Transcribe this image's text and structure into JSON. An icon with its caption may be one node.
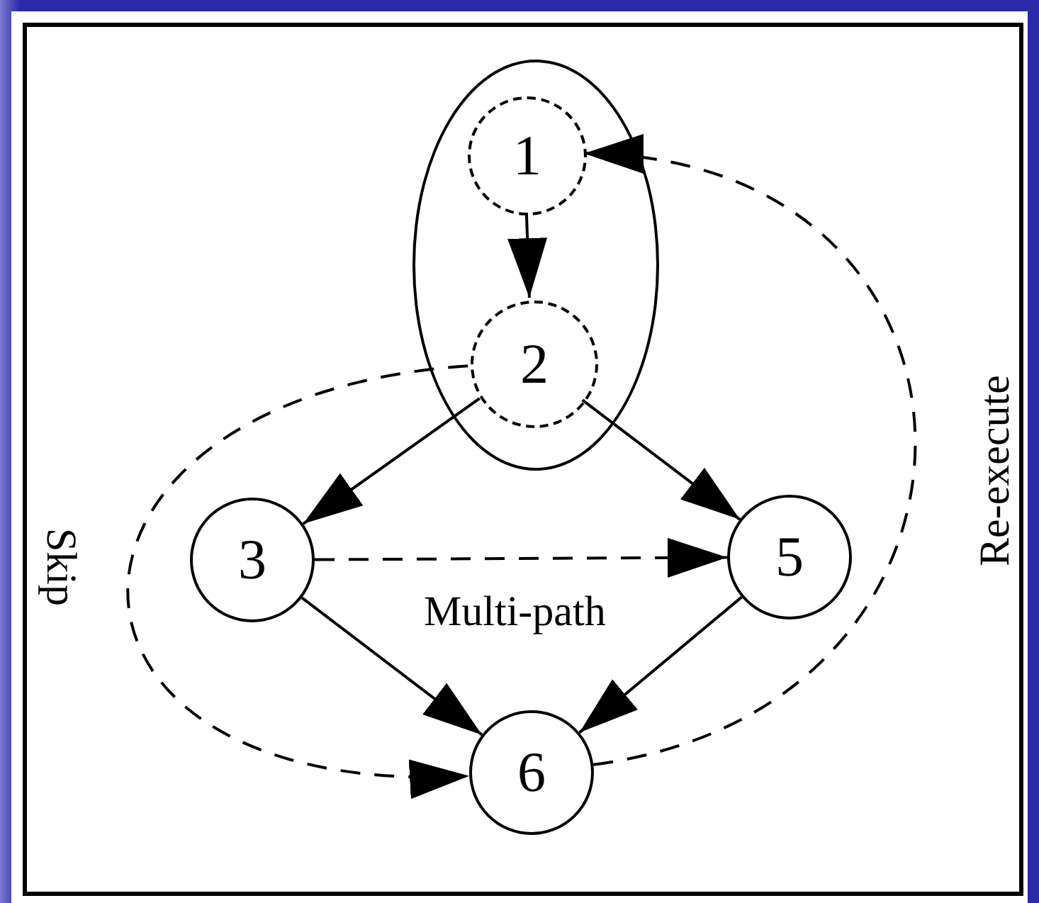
{
  "diagram": {
    "nodes": [
      {
        "text": [],
        "shape": "ellipse"
      },
      {
        "text": [
          "1"
        ],
        "in": 0
      },
      {
        "text": [
          "2"
        ],
        "in": 0
      },
      {
        "text": [
          "3"
        ]
      },
      {
        "text": [
          "5"
        ]
      },
      {
        "text": [
          "6"
        ]
      }
    ],
    "edges": [
      {
        "from": 1,
        "to": 2,
        "arrow": "to"
      },
      {
        "from": 2,
        "to": 3,
        "arrow": "to"
      },
      {
        "from": 2,
        "to": 4,
        "arrow": "to"
      },
      {
        "from": 3,
        "to": 4,
        "arrow": "to",
        "style": "dashed",
        "label": "Multi-path"
      },
      {
        "from": 3,
        "to": 5,
        "arrow": "to"
      },
      {
        "from": 4,
        "to": 5,
        "arrow": "to"
      },
      {
        "from": 2,
        "to": 5,
        "arrow": "to",
        "style": "dashed",
        "label": "Skip"
      },
      {
        "from": 5,
        "to": 1,
        "arrow": "to",
        "style": "dashed",
        "label": "Re-execute"
      }
    ]
  }
}
